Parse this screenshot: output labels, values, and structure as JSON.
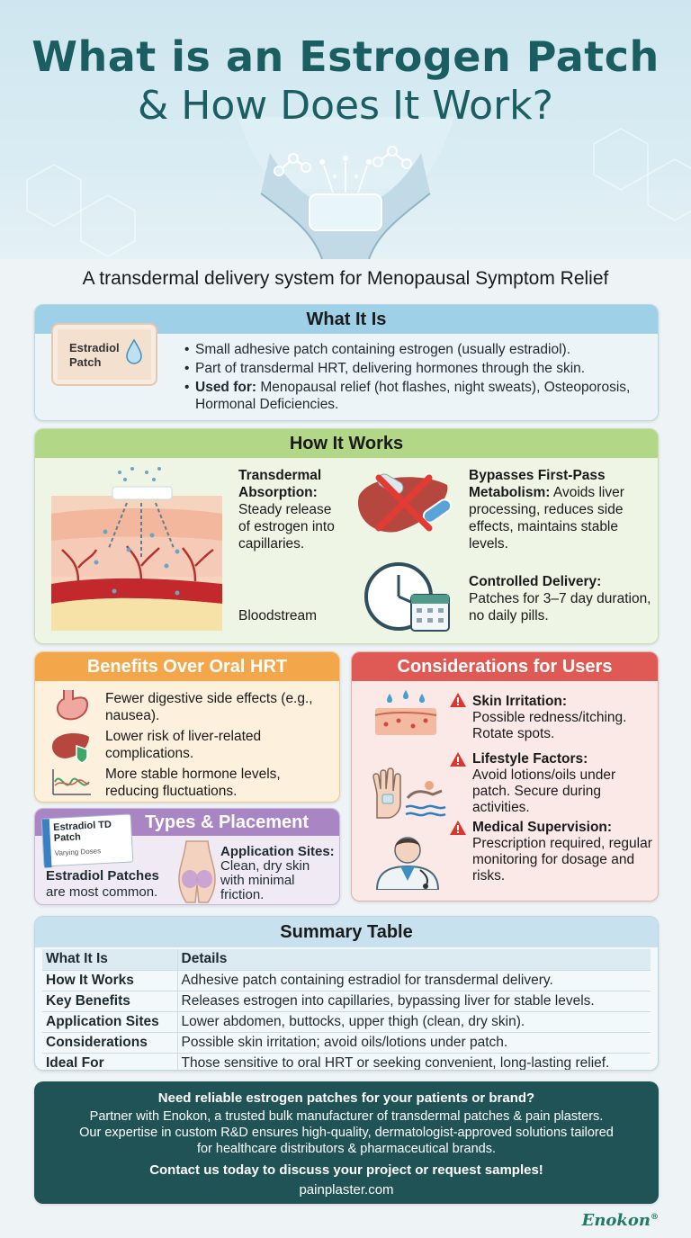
{
  "header": {
    "title": "What is an Estrogen Patch",
    "subtitle": "& How Does It Work?"
  },
  "tagline": "A transdermal delivery system for Menopausal Symptom Relief",
  "what_it_is": {
    "heading": "What It Is",
    "patch_label": "Estradiol Patch",
    "bullet_1": "Small adhesive patch containing estrogen (usually estradiol).",
    "bullet_2": "Part of transdermal HRT, delivering hormones through the skin.",
    "bullet_3_label": "Used for:",
    "bullet_3_text": "Menopausal relief (hot flashes, night sweats), Osteoporosis, Hormonal Deficiencies."
  },
  "how_it_works": {
    "heading": "How It Works",
    "absorption_title": "Transdermal Absorption:",
    "absorption_text": "Steady release of estrogen into capillaries.",
    "bloodstream_label": "Bloodstream",
    "bypass_title": "Bypasses First-Pass Metabolism:",
    "bypass_text": "Avoids liver processing, reduces side effects, maintains stable levels.",
    "controlled_title": "Controlled Delivery:",
    "controlled_text": "Patches for 3–7 day duration, no daily pills."
  },
  "benefits": {
    "heading": "Benefits Over Oral HRT",
    "item_1": "Fewer digestive side effects (e.g., nausea).",
    "item_2": "Lower risk of liver-related complications.",
    "item_3": "More stable hormone levels, reducing fluctuations."
  },
  "types": {
    "heading": "Types & Placement",
    "box_label": "Estradiol TD Patch",
    "box_small": "Varying Doses",
    "patches_title": "Estradiol Patches",
    "patches_text": "are most common.",
    "sites_title": "Application Sites:",
    "sites_text": "Clean, dry skin with minimal friction."
  },
  "considerations": {
    "heading": "Considerations for Users",
    "skin_title": "Skin Irritation:",
    "skin_text": "Possible redness/itching. Rotate spots.",
    "life_title": "Lifestyle Factors:",
    "life_text": "Avoid lotions/oils under patch. Secure during activities.",
    "med_title": "Medical Supervision:",
    "med_text": "Prescription required, regular monitoring for dosage and risks."
  },
  "summary": {
    "heading": "Summary Table",
    "col_1": "What It Is",
    "col_2": "Details",
    "rows": [
      {
        "k": "How It Works",
        "v": "Adhesive patch containing estradiol for transdermal delivery."
      },
      {
        "k": "Key Benefits",
        "v": "Releases estrogen into capillaries, bypassing liver for stable levels."
      },
      {
        "k": "Application Sites",
        "v": "Lower abdomen, buttocks, upper thigh (clean, dry skin)."
      },
      {
        "k": "Considerations",
        "v": "Possible skin irritation; avoid oils/lotions under patch."
      },
      {
        "k": "Ideal For",
        "v": "Those sensitive to oral HRT or seeking convenient, long-lasting relief."
      }
    ]
  },
  "cta": {
    "headline": "Need reliable estrogen patches for your patients or brand?",
    "line_1": "Partner with Enokon, a trusted bulk manufacturer of transdermal patches & pain plasters.",
    "line_2": "Our expertise in custom R&D ensures high-quality, dermatologist-approved solutions tailored",
    "line_3": "for healthcare distributors & pharmaceutical brands.",
    "contact": "Contact us today to discuss your project or request samples!",
    "url": "painplaster.com"
  },
  "brand": {
    "name": "Enokon",
    "mark": "®"
  },
  "colors": {
    "title": "#1b5e62",
    "what_head": "#9ed0e8",
    "how_head": "#b2d887",
    "benefits_head": "#f3a64a",
    "types_head": "#a985c4",
    "cons_head": "#e05a55",
    "cta_bg": "#1f5356"
  }
}
